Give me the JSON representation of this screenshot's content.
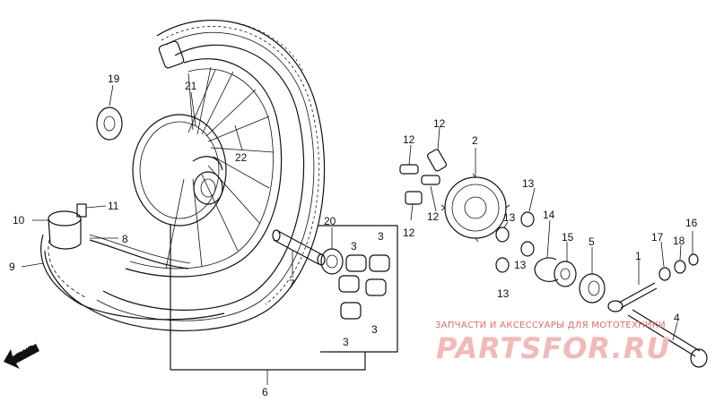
{
  "callouts": {
    "c1": "1",
    "c2": "2",
    "c3a": "3",
    "c3b": "3",
    "c3c": "3",
    "c3d": "3",
    "c4": "4",
    "c5": "5",
    "c6": "6",
    "c7": "7",
    "c8": "8",
    "c9": "9",
    "c10": "10",
    "c11": "11",
    "c12a": "12",
    "c12b": "12",
    "c12c": "12",
    "c12d": "12",
    "c13a": "13",
    "c13b": "13",
    "c13c": "13",
    "c13d": "13",
    "c14": "14",
    "c15": "15",
    "c16": "16",
    "c17": "17",
    "c18": "18",
    "c19": "19",
    "c20": "20",
    "c21": "21",
    "c22": "22"
  },
  "direction": {
    "label": "FWD"
  },
  "watermark": {
    "caption": "ЗАПЧАСТИ И АКСЕССУАРЫ ДЛЯ МОТОТЕХНИКИ",
    "brand": "PARTSFOR.RU",
    "color": "#e06b6b"
  }
}
